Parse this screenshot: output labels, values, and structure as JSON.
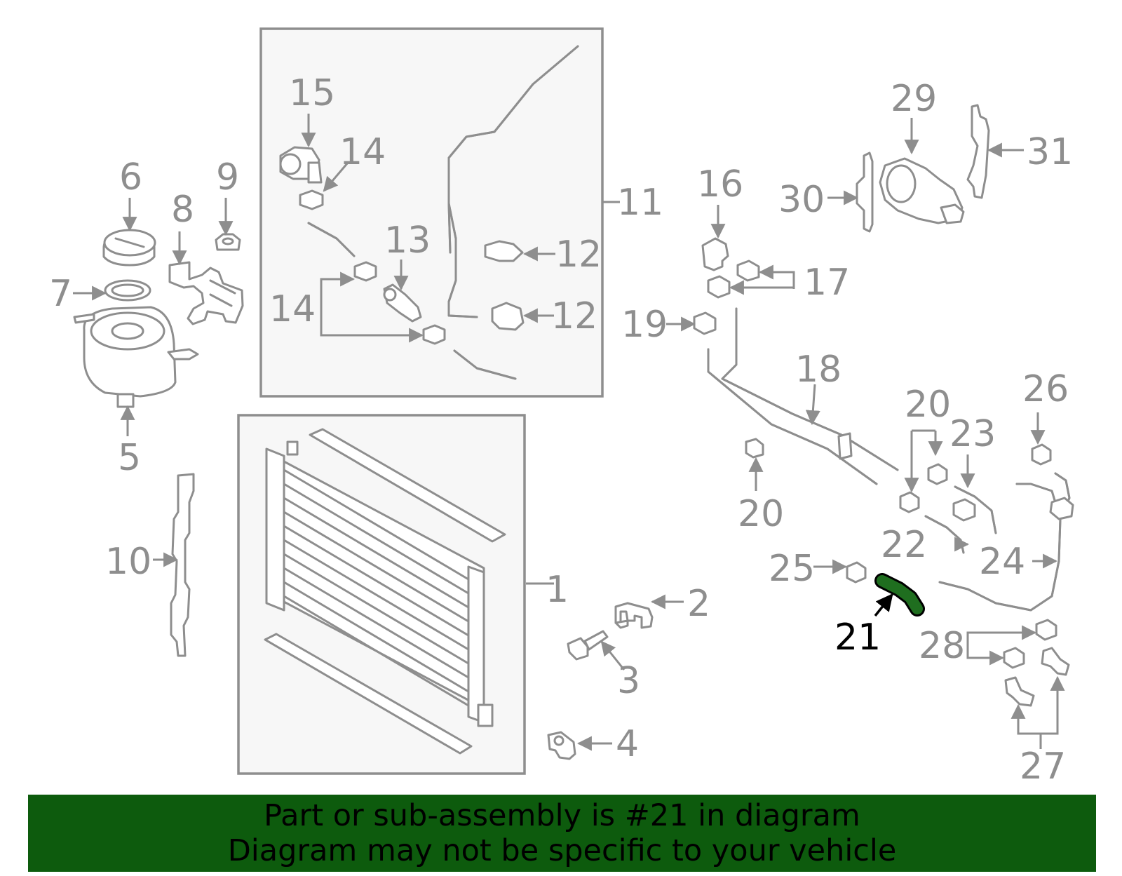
{
  "callouts": {
    "c1": "1",
    "c2": "2",
    "c3": "3",
    "c4": "4",
    "c5": "5",
    "c6": "6",
    "c7": "7",
    "c8": "8",
    "c9": "9",
    "c10": "10",
    "c11": "11",
    "c12a": "12",
    "c12b": "12",
    "c13": "13",
    "c14a": "14",
    "c14b": "14",
    "c15": "15",
    "c16": "16",
    "c17": "17",
    "c18": "18",
    "c19": "19",
    "c20a": "20",
    "c20b": "20",
    "c21": "21",
    "c22": "22",
    "c23": "23",
    "c24": "24",
    "c25": "25",
    "c26": "26",
    "c27": "27",
    "c28": "28",
    "c29": "29",
    "c30": "30",
    "c31": "31"
  },
  "highlight": {
    "part_number": "21",
    "color": "#1f6e1f"
  },
  "banner": {
    "line1": "Part or sub-assembly is #21 in diagram",
    "line2": "Diagram may not be specific to your vehicle",
    "background": "#0d5b0d"
  },
  "colors": {
    "line": "#8e8e8e",
    "box_fill": "#f7f7f7",
    "highlight_label": "#000000"
  }
}
